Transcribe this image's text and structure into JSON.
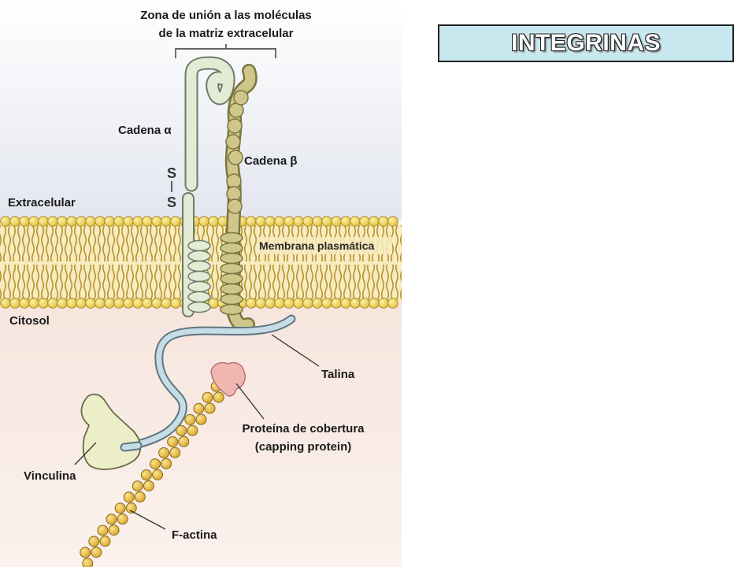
{
  "title": "INTEGRINAS",
  "labels": {
    "binding_zone_line1": "Zona de unión a las moléculas",
    "binding_zone_line2": "de la matriz extracelular",
    "alpha_chain": "Cadena α",
    "beta_chain": "Cadena β",
    "disulfide_s1": "S",
    "disulfide_s2": "S",
    "extracellular": "Extracelular",
    "plasma_membrane": "Membrana plasmática",
    "cytosol": "Citosol",
    "talin": "Talina",
    "capping_line1": "Proteína de cobertura",
    "capping_line2": "(capping protein)",
    "vinculin": "Vinculina",
    "f_actin": "F-actina"
  },
  "colors": {
    "extracellular_top": "#e6e8f1",
    "cytosol_bg": "#f6e6de",
    "lipid_head": "#f2dc57",
    "lipid_tail": "#caa63a",
    "alpha_chain": "#e3ead6",
    "beta_chain": "#cfc68a",
    "talin": "#c6dde6",
    "vinculin": "#eceec7",
    "capping_protein": "#f0b6b0",
    "actin": "#f2c44a",
    "title_box": "#c9e7ee"
  }
}
